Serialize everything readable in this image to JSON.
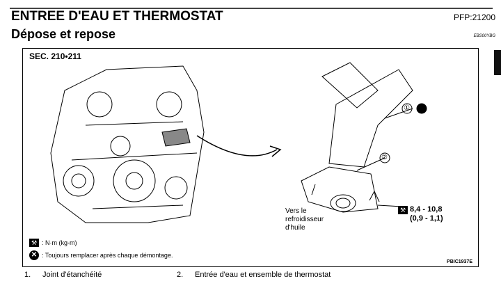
{
  "header": {
    "title": "ENTREE D'EAU ET THERMOSTAT",
    "pfp": "PFP:21200",
    "subtitle": "Dépose et repose",
    "code": "EBS00YBG"
  },
  "figure": {
    "section": "SEC. 210•211",
    "callouts": [
      "①",
      "②"
    ],
    "outlet_label": "Vers le refroidisseur d'huile",
    "torque": {
      "nm": "8,4 - 10,8",
      "kgm": "(0,9 - 1,1)"
    },
    "legend": [
      {
        "icon": "torque-wrench-icon",
        "text": ": N·m (kg-m)"
      },
      {
        "icon": "replace-x-icon",
        "text": ": Toujours remplacer après chaque démontage."
      }
    ],
    "ref": "PBIC1937E"
  },
  "parts": [
    {
      "num": "1.",
      "name": "Joint d'étanchéité"
    },
    {
      "num": "2.",
      "name": "Entrée d'eau et ensemble de thermostat"
    }
  ]
}
